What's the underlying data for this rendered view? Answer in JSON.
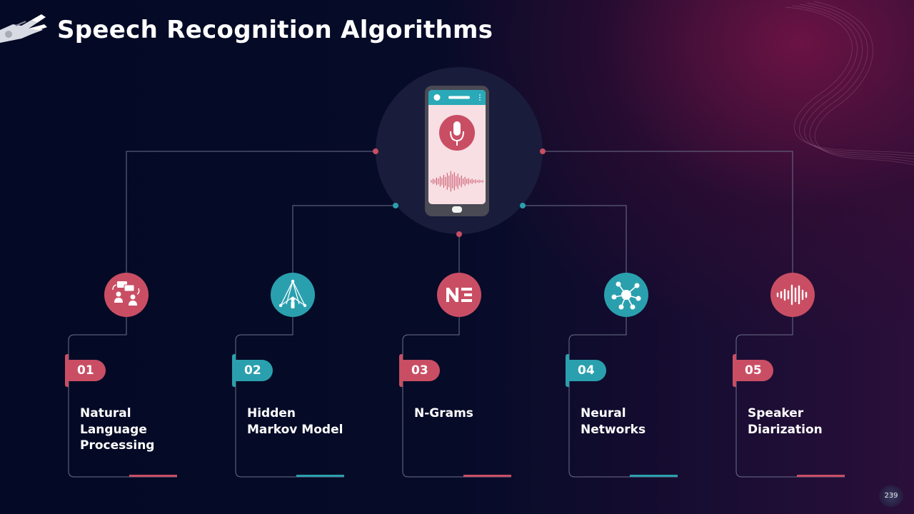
{
  "title": "Speech Recognition Algorithms",
  "page_number": "239",
  "colors": {
    "pink": "#c94e64",
    "teal": "#2aa0ae",
    "background": "#050b26",
    "line": "#6c6f88"
  },
  "center_icon": "smartphone-microphone-icon",
  "items": [
    {
      "number": "01",
      "label_lines": [
        "Natural",
        "Language",
        "Processing"
      ],
      "icon": "people-chat-icon",
      "color": "pink"
    },
    {
      "number": "02",
      "label_lines": [
        "Hidden",
        "Markov Model"
      ],
      "icon": "network-triangle-icon",
      "color": "teal"
    },
    {
      "number": "03",
      "label_lines": [
        "N-Grams"
      ],
      "icon": "n-grams-logo-icon",
      "color": "pink"
    },
    {
      "number": "04",
      "label_lines": [
        "Neural",
        "Networks"
      ],
      "icon": "neural-network-icon",
      "color": "teal"
    },
    {
      "number": "05",
      "label_lines": [
        "Speaker",
        "Diarization"
      ],
      "icon": "sound-wave-icon",
      "color": "pink"
    }
  ]
}
